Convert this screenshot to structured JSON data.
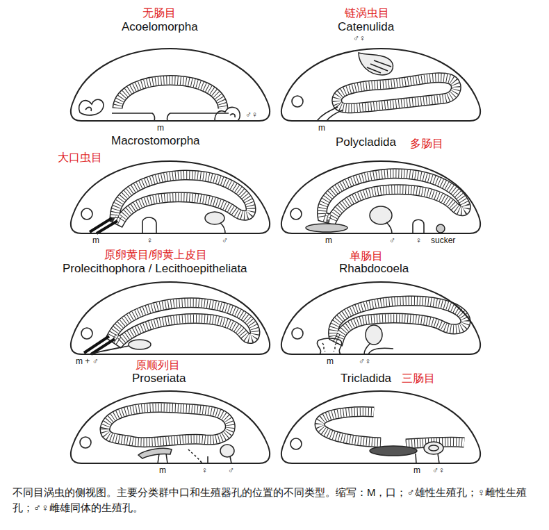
{
  "diagram": {
    "caption": "不同目涡虫的侧视图。主要分类群中口和生殖器孔的位置的不同类型。缩写：M，口；♂雄性生殖孔；♀雌性生殖孔；♂♀雌雄同体的生殖孔。",
    "nodes": [
      {
        "text": [
          "无肠目",
          "Acoelomorpha",
          "m",
          "♂♀"
        ]
      },
      {
        "text": [
          "链涡虫目",
          "Catenulida",
          "♂♀",
          "m"
        ]
      },
      {
        "text": [
          "Macrostomorpha",
          "大口虫目",
          "m",
          "♀",
          "♂"
        ]
      },
      {
        "text": [
          "Polycladida",
          "多肠目",
          "m",
          "♂",
          "♀",
          "sucker"
        ]
      },
      {
        "text": [
          "原卵黄目/卵黄上皮目",
          "Prolecithophora / Lecithoepitheliata",
          "m + ♂"
        ]
      },
      {
        "text": [
          "单肠目",
          "Rhabdocoela",
          "m",
          "♂♀"
        ]
      },
      {
        "text": [
          "原顺列目",
          "Proseriata",
          "m",
          "♀",
          "♂"
        ]
      },
      {
        "text": [
          "Tricladida",
          "三肠目",
          "m",
          "♂♀"
        ]
      }
    ]
  }
}
